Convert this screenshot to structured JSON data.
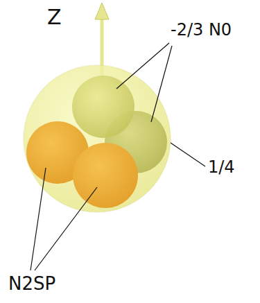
{
  "diagram": {
    "labels": [
      "Z",
      "-2/3 N0",
      "1/4",
      "N2SP"
    ]
  }
}
